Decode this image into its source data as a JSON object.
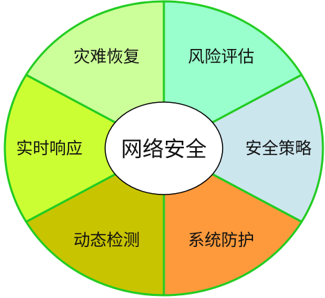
{
  "diagram": {
    "center": {
      "label": "网络安全",
      "color": "#ffffff"
    },
    "ring_border_color": "#22cc22",
    "segments": [
      {
        "label": "风险评估",
        "color": "#99ffcc"
      },
      {
        "label": "安全策略",
        "color": "#cce6ee"
      },
      {
        "label": "系统防护",
        "color": "#ff9a3c"
      },
      {
        "label": "动态检测",
        "color": "#c9c400"
      },
      {
        "label": "实时响应",
        "color": "#ccff33"
      },
      {
        "label": "灾难恢复",
        "color": "#ccff99"
      }
    ]
  }
}
